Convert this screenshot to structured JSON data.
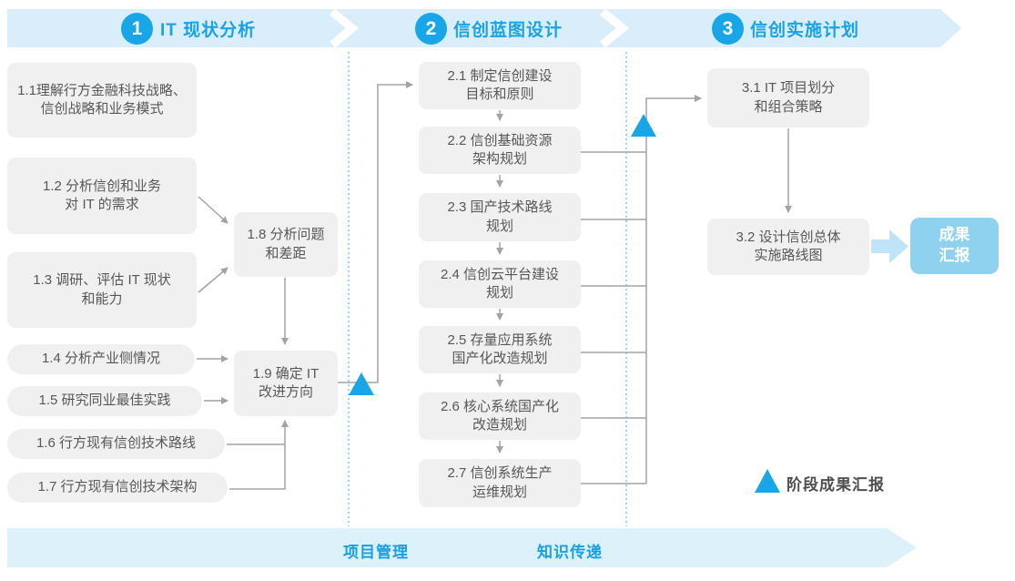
{
  "colors": {
    "accent_blue": "#19a6e8",
    "band_fill": "#d9eefa",
    "bottom_band_fill": "#ddf1fb",
    "box_fill": "#f0f0f0",
    "box_text": "#565759",
    "connector_gray": "#a3a3a3",
    "result_fill": "#8ed2f0",
    "dotted_divider": "#74c9f0"
  },
  "phases": [
    {
      "number": "1",
      "title": "IT 现状分析"
    },
    {
      "number": "2",
      "title": "信创蓝图设计"
    },
    {
      "number": "3",
      "title": "信创实施计划"
    }
  ],
  "boxes": {
    "b11": "1.1理解行方金融科技战略、\n信创战略和业务模式",
    "b12": "1.2 分析信创和业务\n对 IT 的需求",
    "b13": "1.3 调研、评估 IT 现状\n和能力",
    "b14": "1.4 分析产业侧情况",
    "b15": "1.5 研究同业最佳实践",
    "b16": "1.6 行方现有信创技术路线",
    "b17": "1.7 行方现有信创技术架构",
    "b18": "1.8 分析问题\n和差距",
    "b19": "1.9 确定 IT\n改进方向",
    "b21": "2.1 制定信创建设\n目标和原则",
    "b22": "2.2 信创基础资源\n架构规划",
    "b23": "2.3 国产技术路线\n规划",
    "b24": "2.4 信创云平台建设\n规划",
    "b25": "2.5 存量应用系统\n国产化改造规划",
    "b26": "2.6 核心系统国产化\n改造规划",
    "b27": "2.7 信创系统生产\n运维规划",
    "b31": "3.1 IT 项目划分\n和组合策略",
    "b32": "3.2 设计信创总体\n实施路线图"
  },
  "result_box": "成果\n汇报",
  "legend": "阶段成果汇报",
  "bottom_band": {
    "left": "项目管理",
    "right": "知识传递"
  }
}
